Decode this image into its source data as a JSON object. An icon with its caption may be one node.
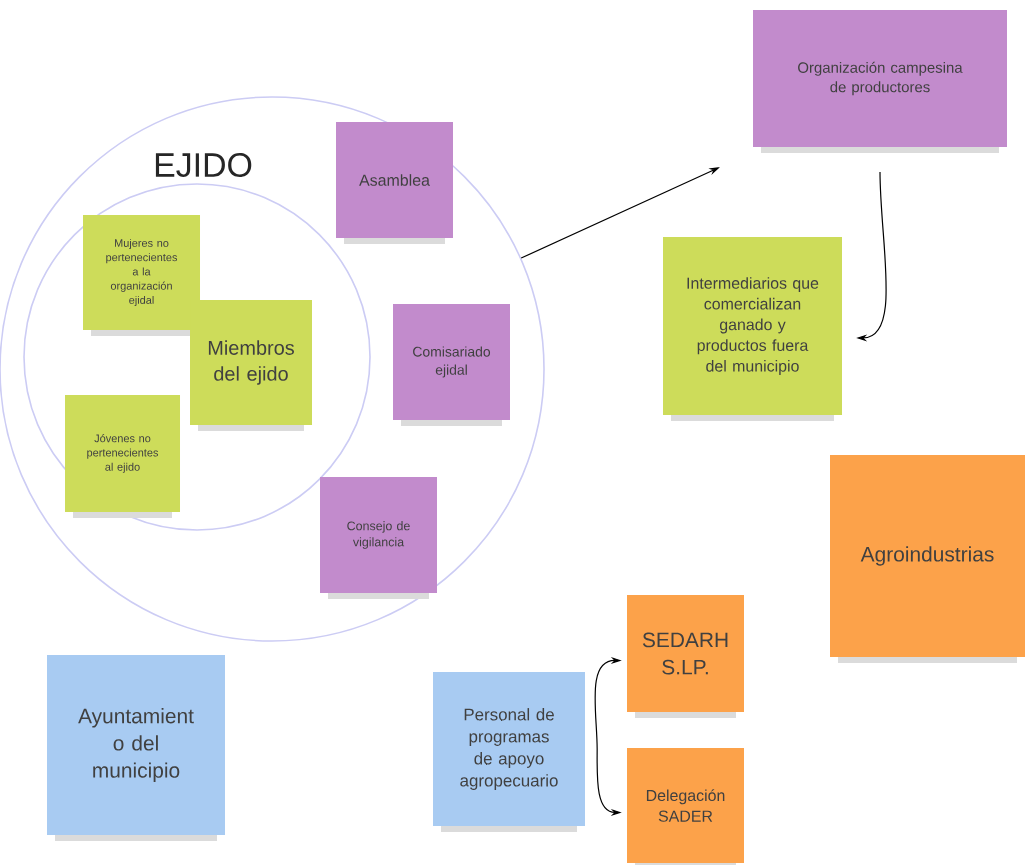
{
  "diagram": {
    "nodes": [
      {
        "text": [
          "EJIDO"
        ]
      },
      {
        "text": [],
        "shape": "circle",
        "in": 0
      },
      {
        "text": [
          "Mujeres no pertenecientes a la organización ejidal"
        ],
        "in": 1
      },
      {
        "text": [
          "Miembros del ejido"
        ],
        "in": 1
      },
      {
        "text": [
          "Jóvenes no pertenecientes al ejido"
        ],
        "in": 1
      },
      {
        "text": [
          "Asamblea"
        ],
        "in": 0
      },
      {
        "text": [
          "Comisariado ejidal"
        ],
        "in": 0
      },
      {
        "text": [
          "Consejo de vigilancia"
        ],
        "in": 0
      },
      {
        "text": [
          "Organización campesina de productores"
        ]
      },
      {
        "text": [
          "Intermediarios que comercializan ganado y productos fuera del municipio"
        ]
      },
      {
        "text": [
          "Agroindustrias"
        ]
      },
      {
        "text": [
          "Ayuntamient o del municipio"
        ]
      },
      {
        "text": [
          "Personal de programas de apoyo agropecuario"
        ]
      },
      {
        "text": [
          "SEDARH S.LP."
        ]
      },
      {
        "text": [
          "Delegación SADER"
        ]
      }
    ],
    "edges": [
      {
        "from": 0,
        "to": 8,
        "arrow": "to"
      },
      {
        "from": 8,
        "to": 9,
        "arrow": "to"
      },
      {
        "from": 12,
        "to": 13,
        "arrow": "to"
      },
      {
        "from": 12,
        "to": 14,
        "arrow": "to"
      }
    ]
  }
}
